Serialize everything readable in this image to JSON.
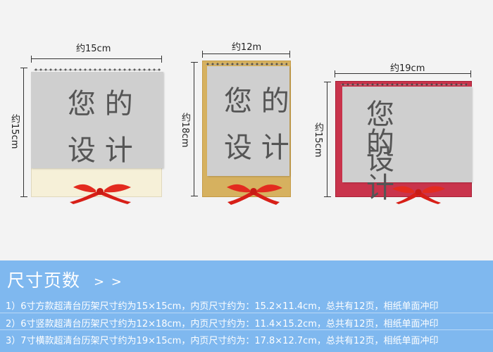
{
  "products": [
    {
      "width_label": "约15cm",
      "height_label": "约15cm",
      "line1": "您 的",
      "line2": "设 计",
      "base_color": "#f6f0d8",
      "border_color": "#d8d0b8"
    },
    {
      "width_label": "约12m",
      "height_label": "约18cm",
      "line1": "您 的",
      "line2": "设 计",
      "base_color": "#d6b15f",
      "border_color": "#c59a45"
    },
    {
      "width_label": "约19cm",
      "height_label": "约15cm",
      "line1": "您　　　的",
      "line2": "设　　　计",
      "base_color": "#c9344c",
      "border_color": "#a72237"
    }
  ],
  "panel": {
    "title": "尺寸页数",
    "arrows": "> >",
    "specs": [
      "1）6寸方款超清台历架尺寸约为15×15cm，内页尺寸约为：15.2×11.4cm，总共有12页，相纸单面冲印",
      "2）6寸竖款超清台历架尺寸约为12×18cm，内页尺寸约为：11.4×15.2cm，总共有12页，相纸单面冲印",
      "3）7寸横款超清台历架尺寸约为19×15cm，内页尺寸约为：17.8×12.7cm，总共有12页，相纸单面冲印"
    ]
  },
  "colors": {
    "panel_bg": "#7fb8ef",
    "page_bg": "#cfcfcf",
    "ribbon": "#e32b1f",
    "text_dark": "#222222",
    "text_light": "#ffffff"
  },
  "icons": {
    "ribbon": "ribbon-icon",
    "rings": "spiral-binding-icon"
  }
}
